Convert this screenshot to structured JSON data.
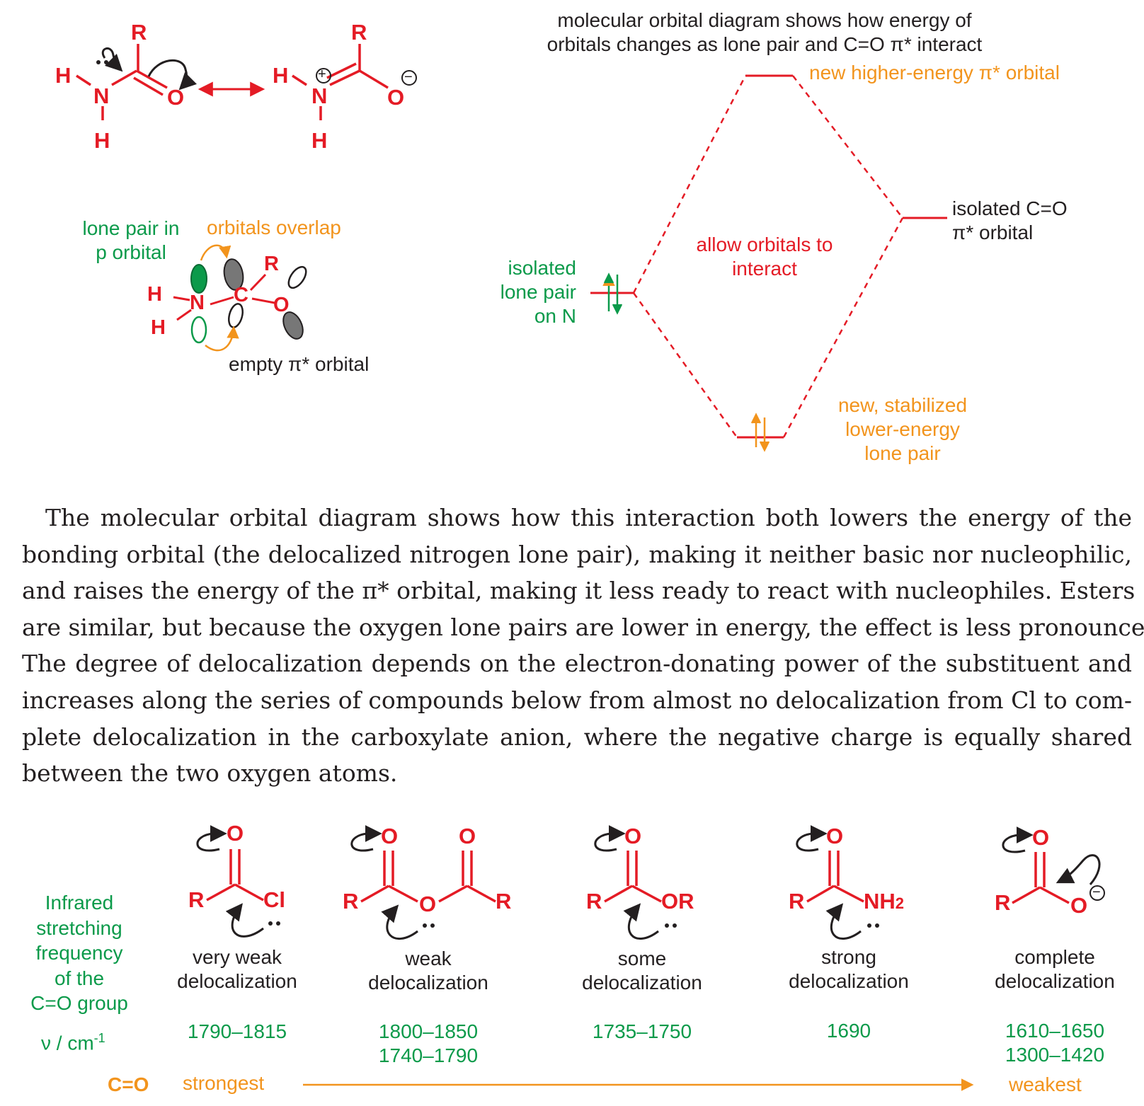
{
  "colors": {
    "red": "#e41b25",
    "green": "#0b9a4a",
    "orange": "#f2941d",
    "black": "#231f20"
  },
  "atoms": {
    "R": "R",
    "H": "H",
    "N": "N",
    "O": "O",
    "C": "C",
    "Cl": "Cl",
    "OR": "OR",
    "NH": "NH",
    "two": "2"
  },
  "charges": {
    "plus": "+",
    "minus": "−"
  },
  "overlap": {
    "lone_pair_label": [
      "lone pair in",
      "p orbital"
    ],
    "overlap_label": "orbitals overlap",
    "empty_label": "empty π* orbital"
  },
  "mo": {
    "title": [
      "molecular orbital diagram shows how energy of",
      "orbitals changes as lone pair and C=O π* interact"
    ],
    "higher_label": "new higher-energy π* orbital",
    "isolated_co_label": [
      "isolated C=O",
      "π* orbital"
    ],
    "interact_label": [
      "allow orbitals to",
      "interact"
    ],
    "isolated_lp_label": [
      "isolated",
      "lone pair",
      "on N"
    ],
    "stabilized_label": [
      "new, stabilized",
      "lower-energy",
      "lone pair"
    ]
  },
  "paragraph": [
    "The molecular orbital diagram shows how this interaction both lowers the energy of the",
    "bonding orbital (the delocalized nitrogen lone pair), making it neither basic nor nucleophilic,",
    "and raises the energy of the π* orbital, making it less ready to react with nucleophiles. Esters",
    "are similar, but because the oxygen lone pairs are lower in energy, the effect is less pronounced.",
    "The degree of delocalization depends on the electron-donating power of the substituent and",
    "increases along the series of compounds below from almost no delocalization from Cl to com-",
    "plete delocalization in the carboxylate anion, where the negative charge is equally shared",
    "between the two oxygen atoms."
  ],
  "series": {
    "ir_label": [
      "Infrared",
      "stretching",
      "frequency",
      "of the",
      "C=O group"
    ],
    "unit_label": "ν / cm",
    "unit_sup": "-1",
    "compounds": [
      {
        "delocalization": [
          "very weak",
          "delocalization"
        ],
        "frequency": [
          "1790–1815"
        ]
      },
      {
        "delocalization": [
          "weak",
          "delocalization"
        ],
        "frequency": [
          "1800–1850",
          "1740–1790"
        ]
      },
      {
        "delocalization": [
          "some",
          "delocalization"
        ],
        "frequency": [
          "1735–1750"
        ]
      },
      {
        "delocalization": [
          "strong",
          "delocalization"
        ],
        "frequency": [
          "1690"
        ]
      },
      {
        "delocalization": [
          "complete",
          "delocalization"
        ],
        "frequency": [
          "1610–1650",
          "1300–1420"
        ]
      }
    ],
    "co_label": "C=O",
    "strongest_label": "strongest",
    "weakest_label": "weakest"
  }
}
